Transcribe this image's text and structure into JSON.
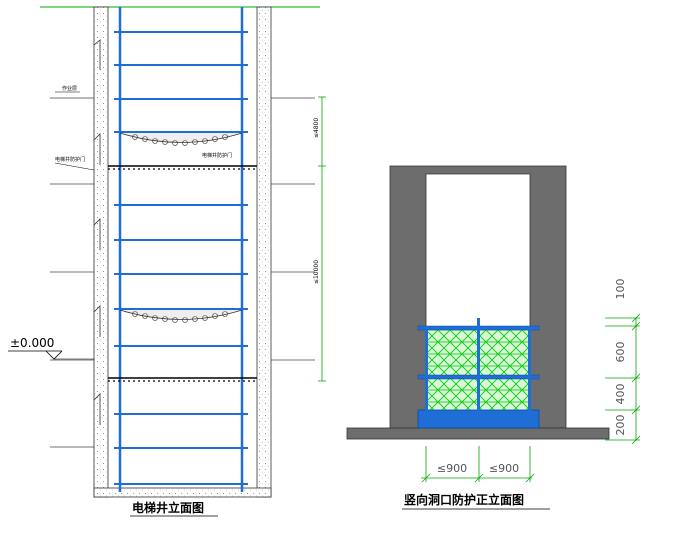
{
  "left_drawing": {
    "title": "电梯井立面图",
    "level_label": "±0.000",
    "note_rest_layer": "作业层",
    "note_door_left": "电梯井防护门",
    "note_door_right": "电梯井防护门",
    "dim_upper": "≤4800",
    "dim_lower": "≤10000"
  },
  "right_drawing": {
    "title": "竖向洞口防护正立面图",
    "dim_bottom_left": "≤900",
    "dim_bottom_right": "≤900",
    "dim_right": [
      "100",
      "600",
      "400",
      "200"
    ]
  },
  "colors": {
    "rail_blue": "#1e6ed6",
    "mesh_green": "#00cc00",
    "wall_gray": "#6d6d6d",
    "dim_green": "#00aa00"
  }
}
